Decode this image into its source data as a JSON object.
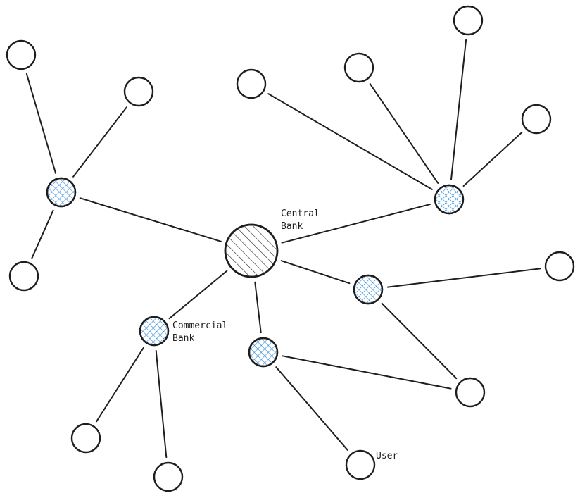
{
  "diagram": {
    "title": "Hub-and-spoke banking network",
    "colors": {
      "stroke": "#1e1e1e",
      "hatch_central": "#1e1e1e",
      "hatch_bank": "#1c7ed6",
      "background": "#ffffff"
    },
    "node_types": {
      "central": "hatched",
      "bank": "crosshatched",
      "user": "empty"
    },
    "nodes": [
      {
        "id": "central",
        "type": "central",
        "label_lines": [
          "Central",
          "Bank"
        ]
      },
      {
        "id": "bank-left",
        "type": "bank",
        "label_lines": []
      },
      {
        "id": "bank-topright",
        "type": "bank",
        "label_lines": []
      },
      {
        "id": "bank-right",
        "type": "bank",
        "label_lines": []
      },
      {
        "id": "bank-bottom",
        "type": "bank",
        "label_lines": []
      },
      {
        "id": "bank-commercial",
        "type": "bank",
        "label_lines": [
          "Commercial",
          "Bank"
        ]
      },
      {
        "id": "user-l1",
        "type": "user",
        "label_lines": []
      },
      {
        "id": "user-l2",
        "type": "user",
        "label_lines": []
      },
      {
        "id": "user-l3",
        "type": "user",
        "label_lines": []
      },
      {
        "id": "user-t1",
        "type": "user",
        "label_lines": []
      },
      {
        "id": "user-t2",
        "type": "user",
        "label_lines": []
      },
      {
        "id": "user-t3",
        "type": "user",
        "label_lines": []
      },
      {
        "id": "user-t4",
        "type": "user",
        "label_lines": []
      },
      {
        "id": "user-r1",
        "type": "user",
        "label_lines": []
      },
      {
        "id": "user-r2",
        "type": "user",
        "label_lines": []
      },
      {
        "id": "user-b1",
        "type": "user",
        "label_lines": [
          "User"
        ]
      },
      {
        "id": "user-c1",
        "type": "user",
        "label_lines": []
      },
      {
        "id": "user-c2",
        "type": "user",
        "label_lines": []
      }
    ],
    "edges": [
      [
        "central",
        "bank-left"
      ],
      [
        "central",
        "bank-topright"
      ],
      [
        "central",
        "bank-right"
      ],
      [
        "central",
        "bank-bottom"
      ],
      [
        "central",
        "bank-commercial"
      ],
      [
        "bank-left",
        "user-l1"
      ],
      [
        "bank-left",
        "user-l2"
      ],
      [
        "bank-left",
        "user-l3"
      ],
      [
        "bank-topright",
        "user-t1"
      ],
      [
        "bank-topright",
        "user-t2"
      ],
      [
        "bank-topright",
        "user-t3"
      ],
      [
        "bank-topright",
        "user-t4"
      ],
      [
        "bank-right",
        "user-r1"
      ],
      [
        "bank-right",
        "user-r2"
      ],
      [
        "bank-bottom",
        "user-r2"
      ],
      [
        "bank-bottom",
        "user-b1"
      ],
      [
        "bank-commercial",
        "user-c1"
      ],
      [
        "bank-commercial",
        "user-c2"
      ]
    ]
  }
}
